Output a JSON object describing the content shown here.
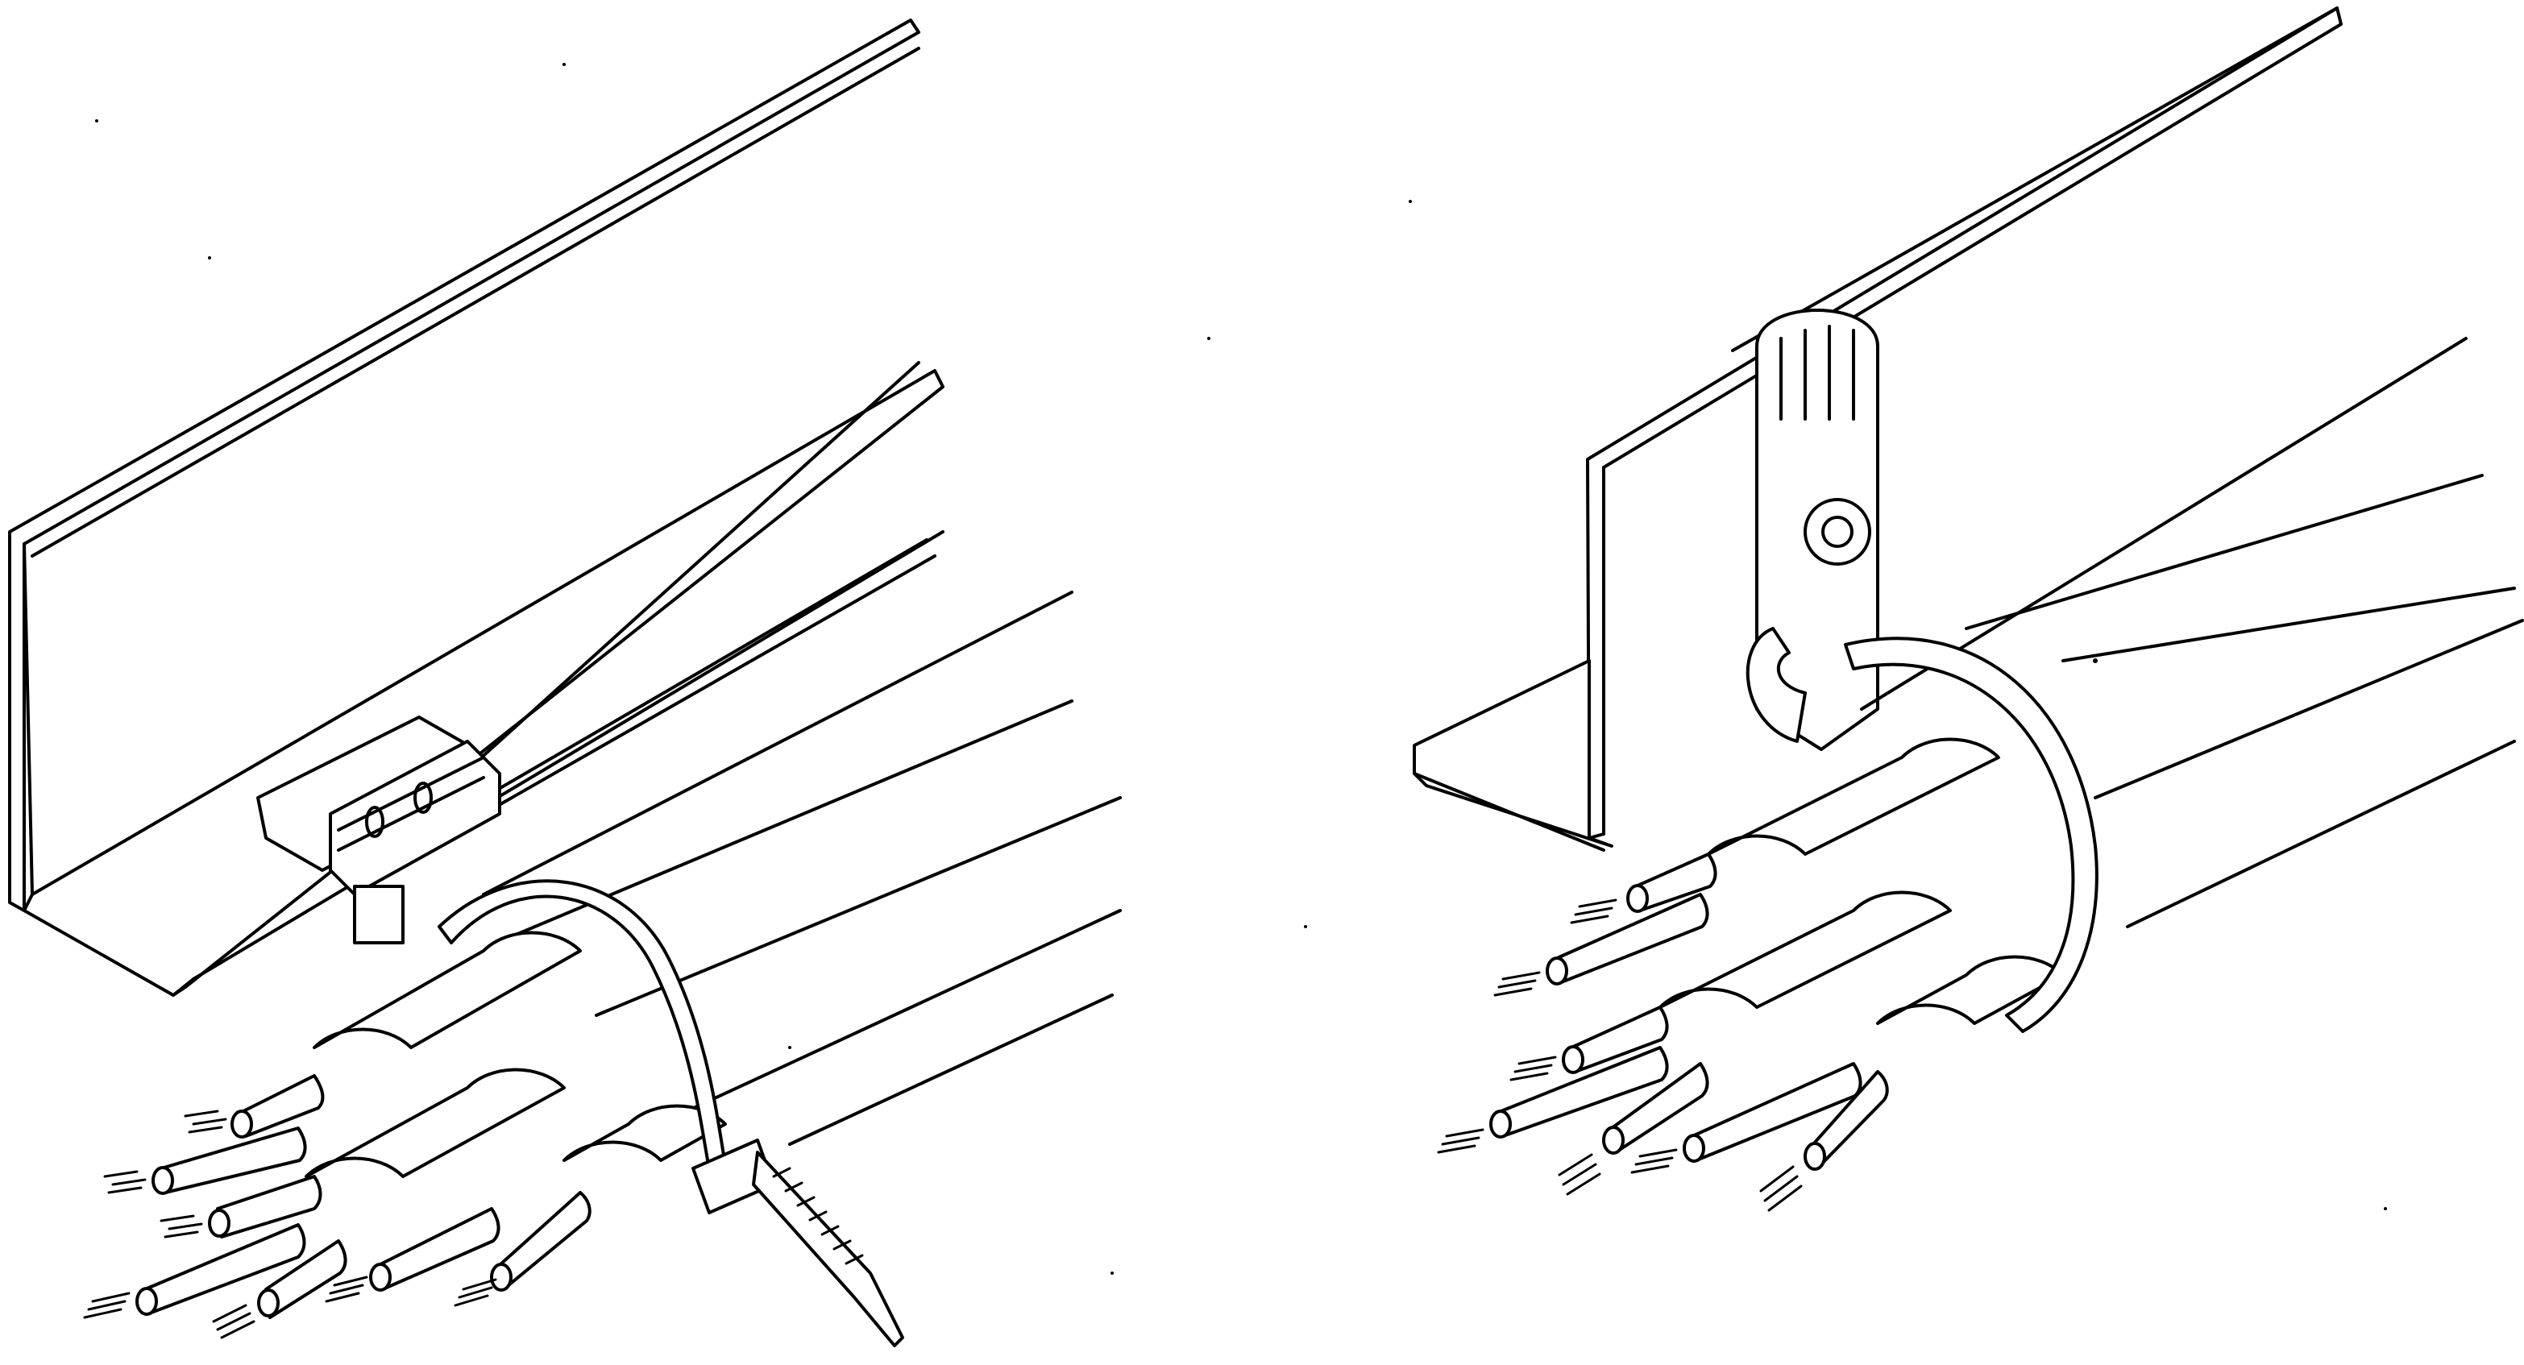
{
  "figure": {
    "panels": [
      {
        "id": "left",
        "subject": "cable-tie-mounted-on-angle-flange-clip",
        "cable_tie_present": true
      },
      {
        "id": "right",
        "subject": "cable-tie-mounted-on-bolt-tab-bracket",
        "cable_tie_present": true
      }
    ],
    "colors": {
      "ink": "#000000",
      "paper": "#ffffff"
    }
  }
}
